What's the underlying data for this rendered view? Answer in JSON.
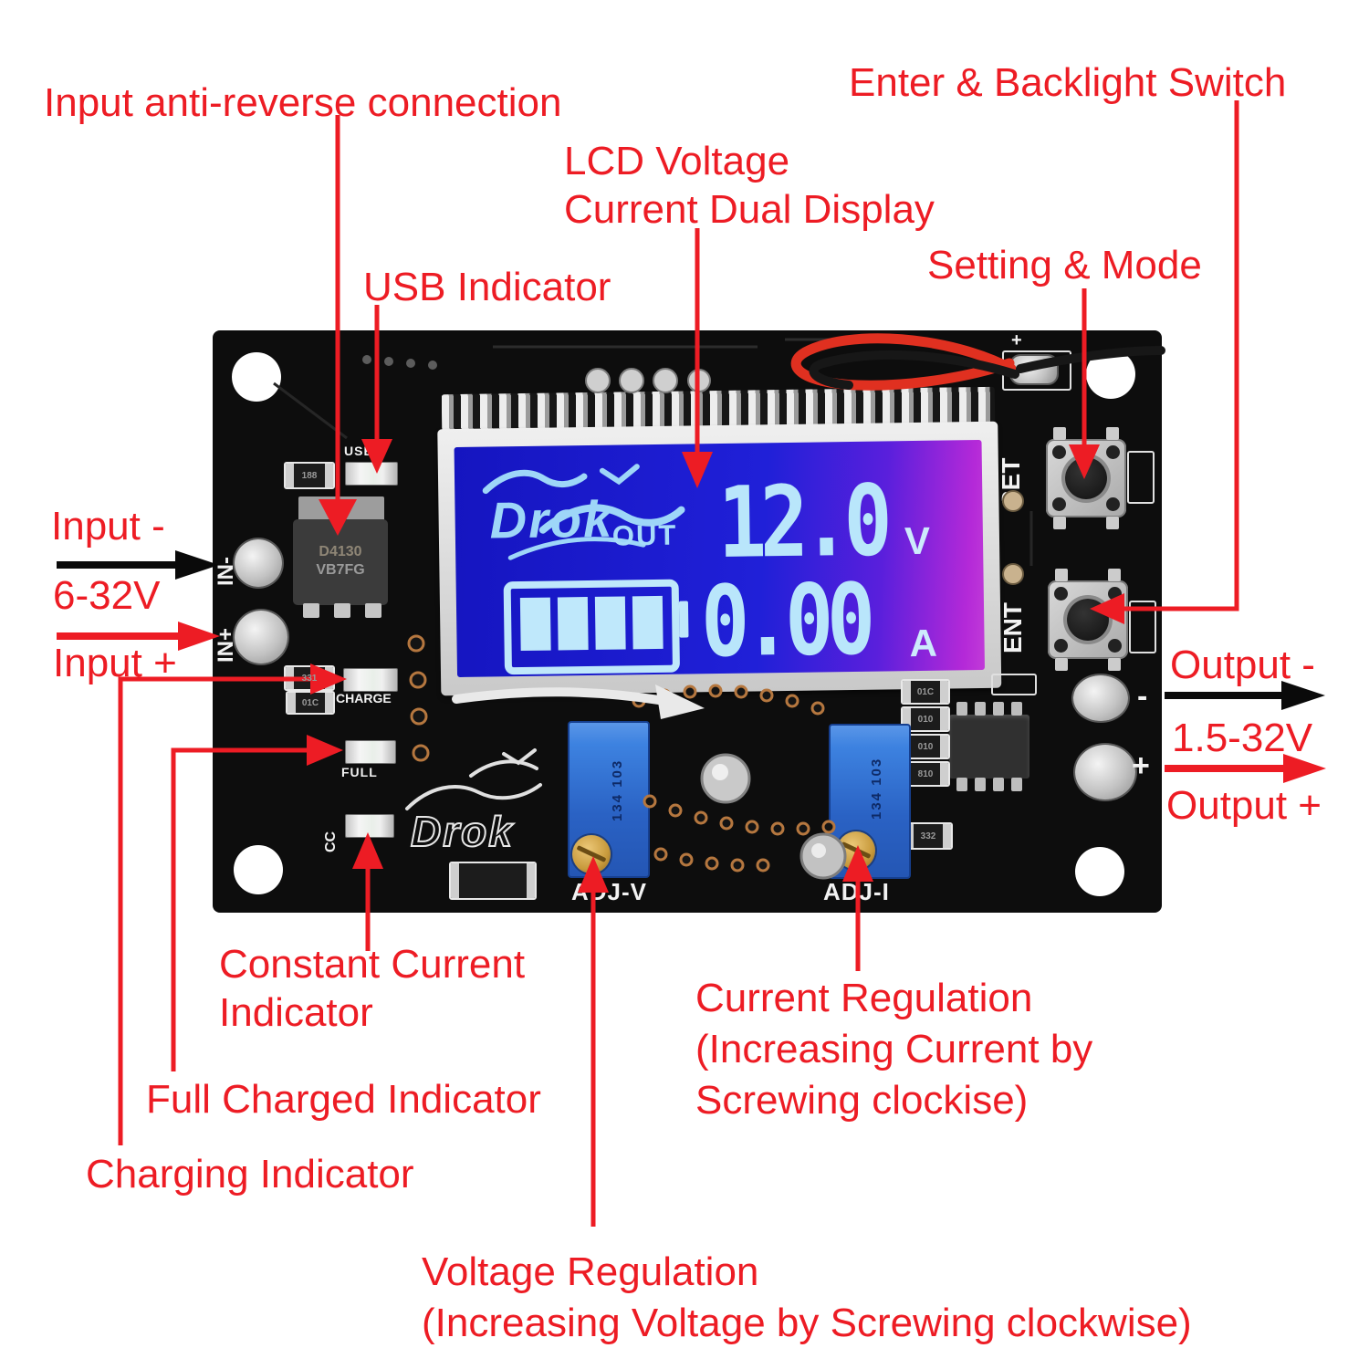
{
  "annotations": {
    "input_anti_reverse": "Input anti-reverse connection",
    "usb_indicator": "USB Indicator",
    "lcd_line1": "LCD Voltage",
    "lcd_line2": "Current Dual Display",
    "enter_backlight": "Enter & Backlight Switch",
    "setting_mode": "Setting & Mode",
    "input_minus": "Input -",
    "input_range": "6-32V",
    "input_plus": "Input +",
    "output_minus": "Output -",
    "output_range": "1.5-32V",
    "output_plus": "Output +",
    "constant_current_line1": "Constant Current",
    "constant_current_line2": "Indicator",
    "full_charged": "Full Charged Indicator",
    "charging": "Charging Indicator",
    "current_reg_line1": "Current Regulation",
    "current_reg_line2": "(Increasing Current by",
    "current_reg_line3": "Screwing clockise)",
    "voltage_reg_line1": "Voltage Regulation",
    "voltage_reg_line2": "(Increasing Voltage by Screwing clockwise)"
  },
  "board": {
    "silkscreen": {
      "usb_led": "USB",
      "charge_led": "CHARGE",
      "full_led": "FULL",
      "cc_led": "CC",
      "set_button": "SET",
      "ent_button": "ENT",
      "adj_v": "ADJ-V",
      "adj_i": "ADJ-I",
      "in_minus": "IN-",
      "in_plus": "IN+",
      "logo": "Drok",
      "plus_mark_top": "+",
      "out_minus_mark": "-",
      "out_plus_mark": "+"
    },
    "components": {
      "mosfet_line1": "D4130",
      "mosfet_line2": "VB7FG",
      "trimmer_mark_a": "134",
      "trimmer_mark_b": "103",
      "smd_188": "188",
      "smd_331": "331",
      "smd_01c": "01C",
      "smd_010": "010",
      "smd_810": "810",
      "smd_332": "332"
    },
    "lcd": {
      "logo": "Drok",
      "out_label": "OUT",
      "voltage_value": "12.0",
      "voltage_unit": "V",
      "current_value": "0.00",
      "current_unit": "A"
    }
  },
  "colors": {
    "annotation_red": "#ed1c24",
    "arrow_black": "#0a0a0a",
    "board_black": "#0d0d0d",
    "lcd_blue": "#2020d8",
    "lcd_purple": "#b429d8",
    "lcd_glyph": "#b9e6fb",
    "trimmer_blue": "#2a62c4"
  }
}
